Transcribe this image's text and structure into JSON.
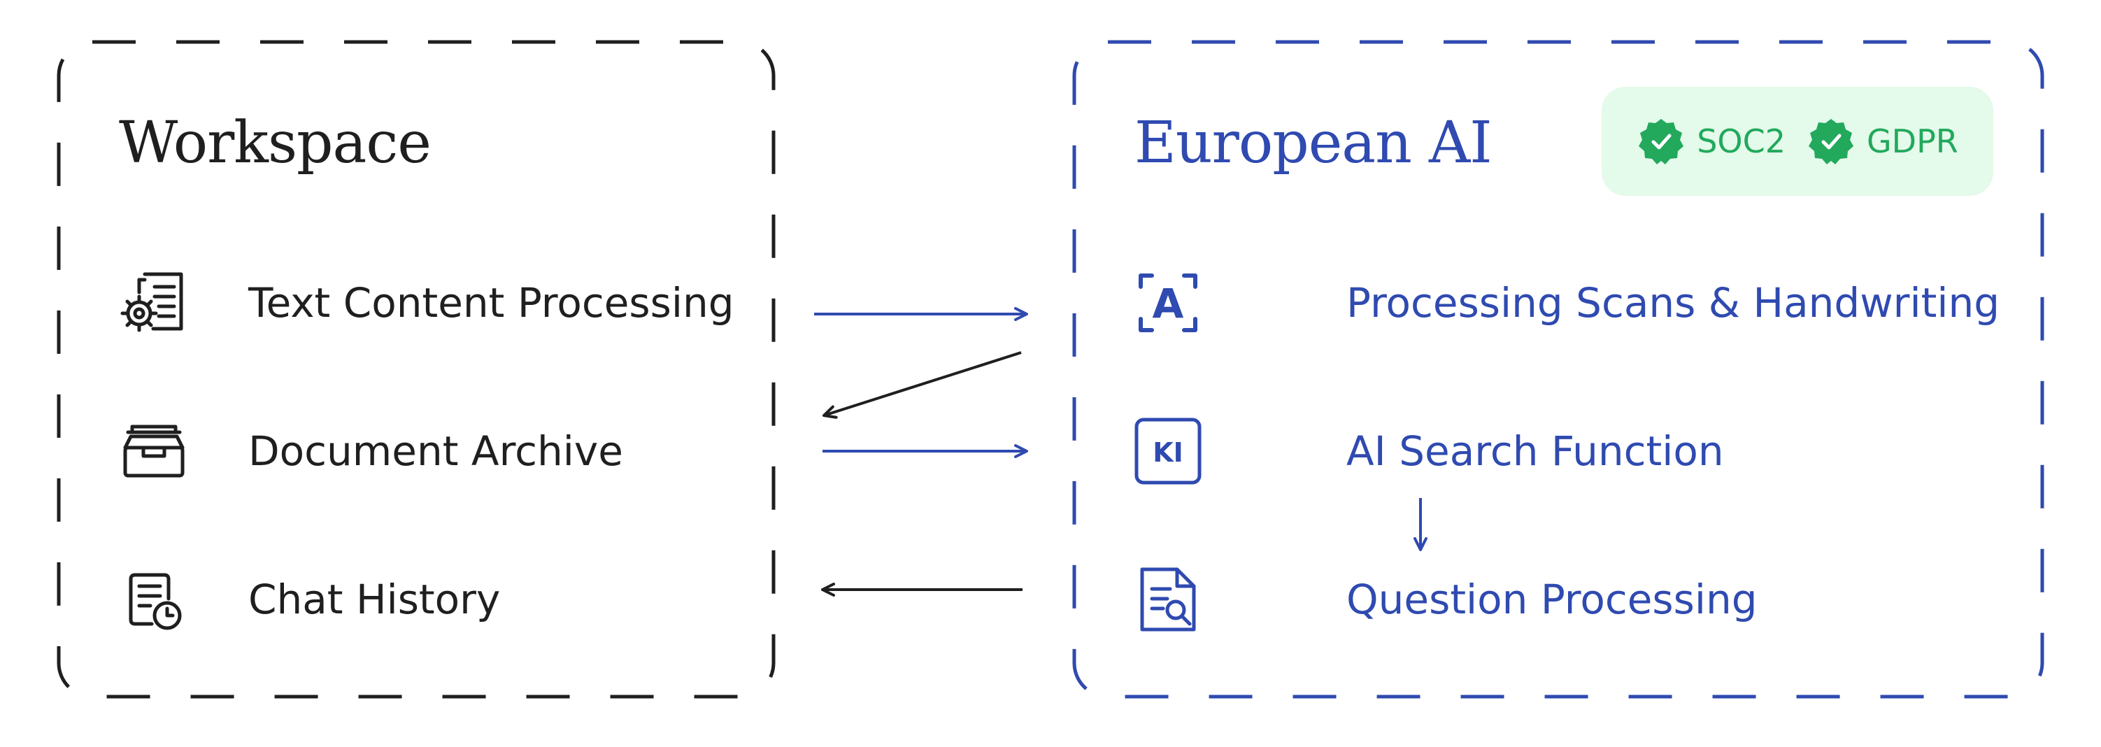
{
  "workspace": {
    "title": "Workspace",
    "items": [
      {
        "label": "Text Content Processing",
        "icon": "document-gear-icon"
      },
      {
        "label": "Document Archive",
        "icon": "archive-box-icon"
      },
      {
        "label": "Chat History",
        "icon": "chat-history-clock-icon"
      }
    ]
  },
  "european_ai": {
    "title": "European AI",
    "badges": [
      {
        "label": "SOC2",
        "icon": "check-badge-icon"
      },
      {
        "label": "GDPR",
        "icon": "check-badge-icon"
      }
    ],
    "items": [
      {
        "label": "Processing Scans & Handwriting",
        "icon": "ocr-scan-icon",
        "icon_text": "A"
      },
      {
        "label": "AI Search Function",
        "icon": "ki-search-icon",
        "icon_text": "KI"
      },
      {
        "label": "Question Processing",
        "icon": "document-search-icon"
      }
    ]
  },
  "flows": [
    {
      "from": "Text Content Processing",
      "to": "Processing Scans & Handwriting"
    },
    {
      "from": "Processing Scans & Handwriting",
      "to": "Document Archive"
    },
    {
      "from": "Document Archive",
      "to": "AI Search Function"
    },
    {
      "from": "AI Search Function",
      "to": "Question Processing"
    },
    {
      "from": "Question Processing",
      "to": "Chat History"
    }
  ],
  "colors": {
    "text_dark": "#1f1f1f",
    "accent_blue": "#2f4ab0",
    "badge_green": "#22a95c",
    "badge_bg": "#e4faea"
  }
}
